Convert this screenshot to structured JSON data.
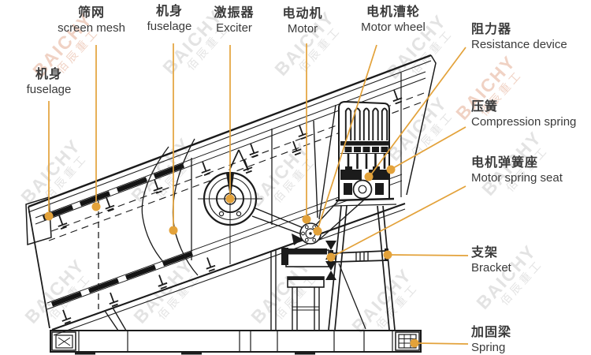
{
  "watermark": {
    "brand": "BAICHY",
    "brand_cn": "佰辰重工"
  },
  "colors": {
    "accent": "#E3A23A",
    "label_text": "#3A3A3A",
    "line": "#1B1B1B",
    "background": "#FFFFFF"
  },
  "diagram": {
    "subject": "vibrating screen machine side-view line drawing",
    "labels": [
      {
        "id": "fuselage-left",
        "cn": "机身",
        "en": "fuselage"
      },
      {
        "id": "screen-mesh",
        "cn": "筛网",
        "en": "screen mesh"
      },
      {
        "id": "fuselage-top",
        "cn": "机身",
        "en": "fuselage"
      },
      {
        "id": "exciter",
        "cn": "激振器",
        "en": "Exciter"
      },
      {
        "id": "motor",
        "cn": "电动机",
        "en": "Motor"
      },
      {
        "id": "motor-wheel",
        "cn": "电机漕轮",
        "en": "Motor wheel"
      },
      {
        "id": "resistance-device",
        "cn": "阻力器",
        "en": "Resistance device"
      },
      {
        "id": "compression-spring",
        "cn": "压簧",
        "en": "Compression spring"
      },
      {
        "id": "motor-spring-seat",
        "cn": "电机弹簧座",
        "en": "Motor spring seat"
      },
      {
        "id": "bracket",
        "cn": "支架",
        "en": "Bracket"
      },
      {
        "id": "reinforcing-beam",
        "cn": "加固梁",
        "en": "Spring"
      }
    ]
  }
}
